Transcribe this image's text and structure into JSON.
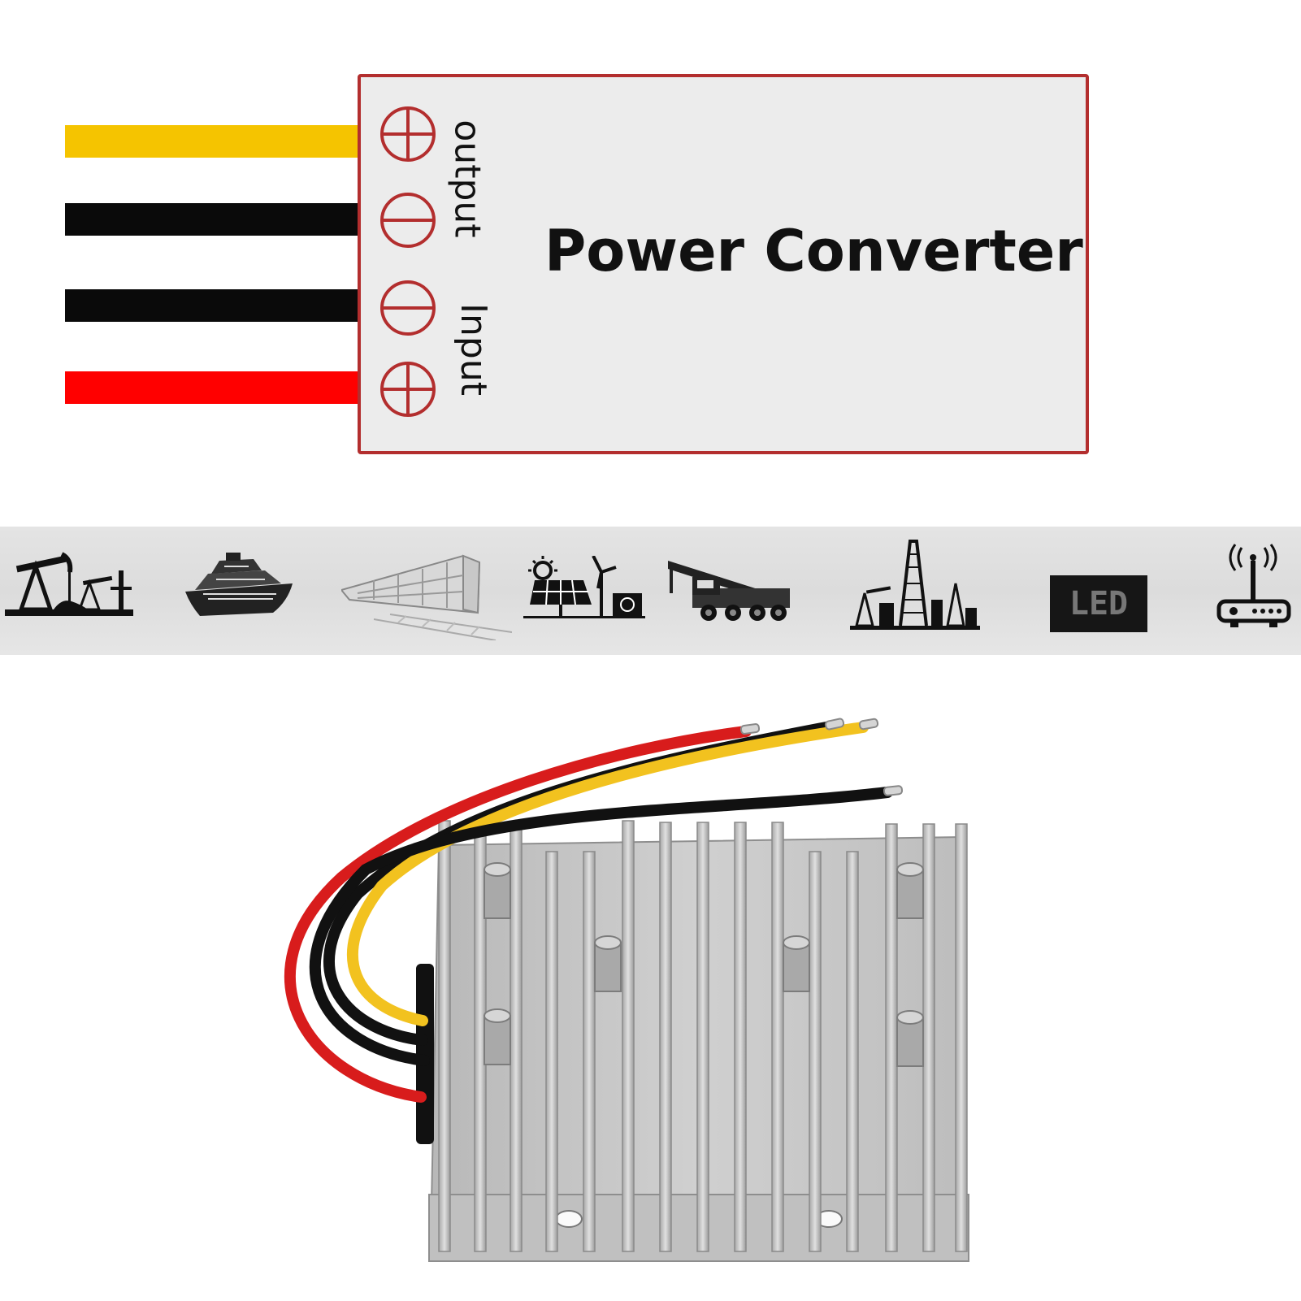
{
  "diagram": {
    "title": "Power Converter",
    "terminals": [
      {
        "symbol": "+",
        "wire_color": "#f5c400"
      },
      {
        "symbol": "-",
        "wire_color": "#0a0a0a"
      },
      {
        "symbol": "-",
        "wire_color": "#0a0a0a"
      },
      {
        "symbol": "+",
        "wire_color": "#ff0000"
      }
    ],
    "labels": {
      "output": "output",
      "input": "Input"
    },
    "border_color": "#b32e2e"
  },
  "applications": {
    "icons": [
      "oil-pump-icon",
      "ship-icon",
      "train-icon",
      "solar-wind-icon",
      "crane-truck-icon",
      "oil-refinery-icon",
      "led-icon",
      "wifi-router-icon"
    ],
    "led_text": "LED"
  },
  "product": {
    "name": "converter-photo",
    "wire_colors": [
      "#d81c1c",
      "#f2c21f",
      "#111111",
      "#111111"
    ]
  }
}
